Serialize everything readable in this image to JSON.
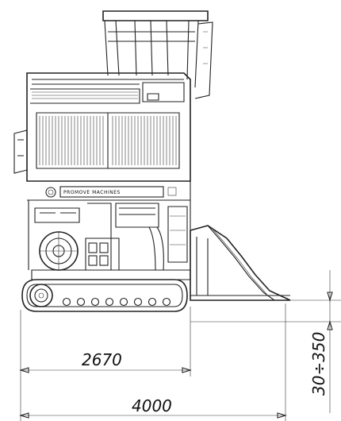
{
  "dimensions": {
    "length_partial": "2670",
    "length_total": "4000",
    "ground_clearance": "30÷350"
  },
  "plate": {
    "brand": "PROMOVE MACHINES"
  }
}
